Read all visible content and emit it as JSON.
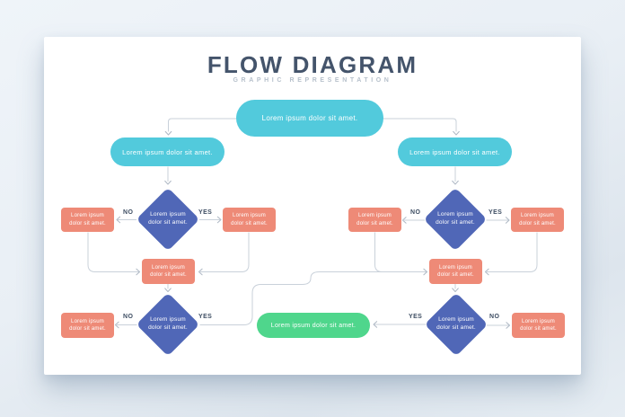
{
  "header": {
    "title": "FLOW DIAGRAM",
    "subtitle": "GRAPHIC REPRESENTATION"
  },
  "decision_labels": {
    "yes": "YES",
    "no": "NO"
  },
  "nodes": {
    "start": "Lorem ipsum dolor sit amet.",
    "left_process": "Lorem ipsum dolor sit amet.",
    "right_process": "Lorem ipsum dolor sit amet.",
    "left_decision1": "Lorem ipsum dolor sit amet.",
    "right_decision1": "Lorem ipsum dolor sit amet.",
    "left_no1": "Lorem ipsum dolor sit amet.",
    "left_yes1": "Lorem ipsum dolor sit amet.",
    "right_no1": "Lorem ipsum dolor sit amet.",
    "right_yes1": "Lorem ipsum dolor sit amet.",
    "left_merge": "Lorem ipsum dolor sit amet.",
    "right_merge": "Lorem ipsum dolor sit amet.",
    "left_decision2": "Lorem ipsum dolor sit amet.",
    "right_decision2": "Lorem ipsum dolor sit amet.",
    "left_no2": "Lorem ipsum dolor sit amet.",
    "right_no2": "Lorem ipsum dolor sit amet.",
    "end": "Lorem ipsum dolor sit amet."
  },
  "colors": {
    "teal": "#52cadc",
    "blue": "#5067b7",
    "salmon": "#ee8a77",
    "green": "#4fd68c",
    "connector": "#c9d1da",
    "title_text": "#44546b",
    "subtitle_text": "#b6c0cb",
    "label_text": "#3e4e63"
  }
}
